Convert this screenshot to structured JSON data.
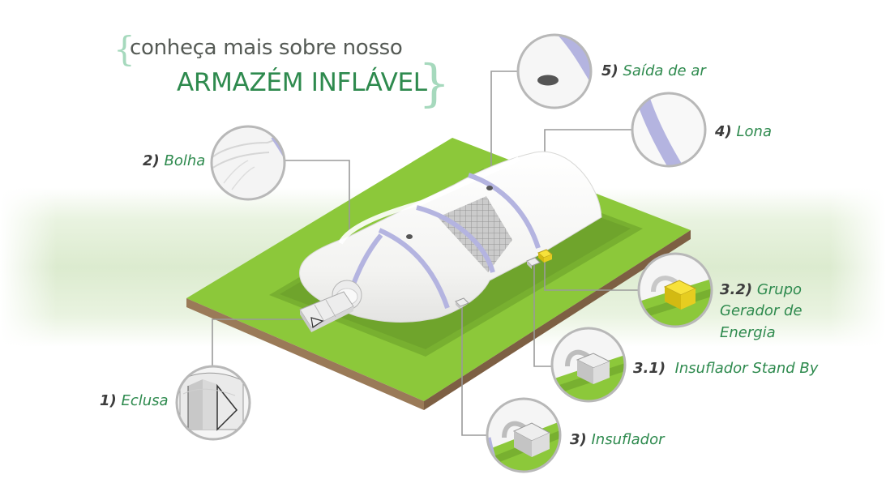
{
  "title": {
    "line1": "conheça mais sobre nosso",
    "line2": "ARMAZÉM INFLÁVEL",
    "brace_open": "{",
    "brace_close": "}"
  },
  "callouts": [
    {
      "num": "5)",
      "text": "Saída de ar"
    },
    {
      "num": "4)",
      "text": "Lona"
    },
    {
      "num": "2)",
      "text": "Bolha"
    },
    {
      "num": "3.2)",
      "text_lines": [
        "Grupo",
        "Gerador de",
        "Energia"
      ]
    },
    {
      "num": "3.1)",
      "text": "Insuflador Stand By"
    },
    {
      "num": "3)",
      "text": "Insuflador"
    },
    {
      "num": "1)",
      "text": "Eclusa"
    }
  ],
  "colors": {
    "title_dark": "#555a55",
    "title_green": "#2e8a4e",
    "brace": "#a6d9bd",
    "label_green": "#2e8a4e",
    "label_number": "#3d3d3d",
    "grass": "#8cc83a",
    "grass_dark": "#78b030",
    "soil_side": "#9a7a58",
    "dome": "#f7f7f5",
    "strap": "#b4b4e0",
    "generator": "#f0d81a",
    "leader_line": "#9a9a9a",
    "band": "#e6f1dc"
  }
}
